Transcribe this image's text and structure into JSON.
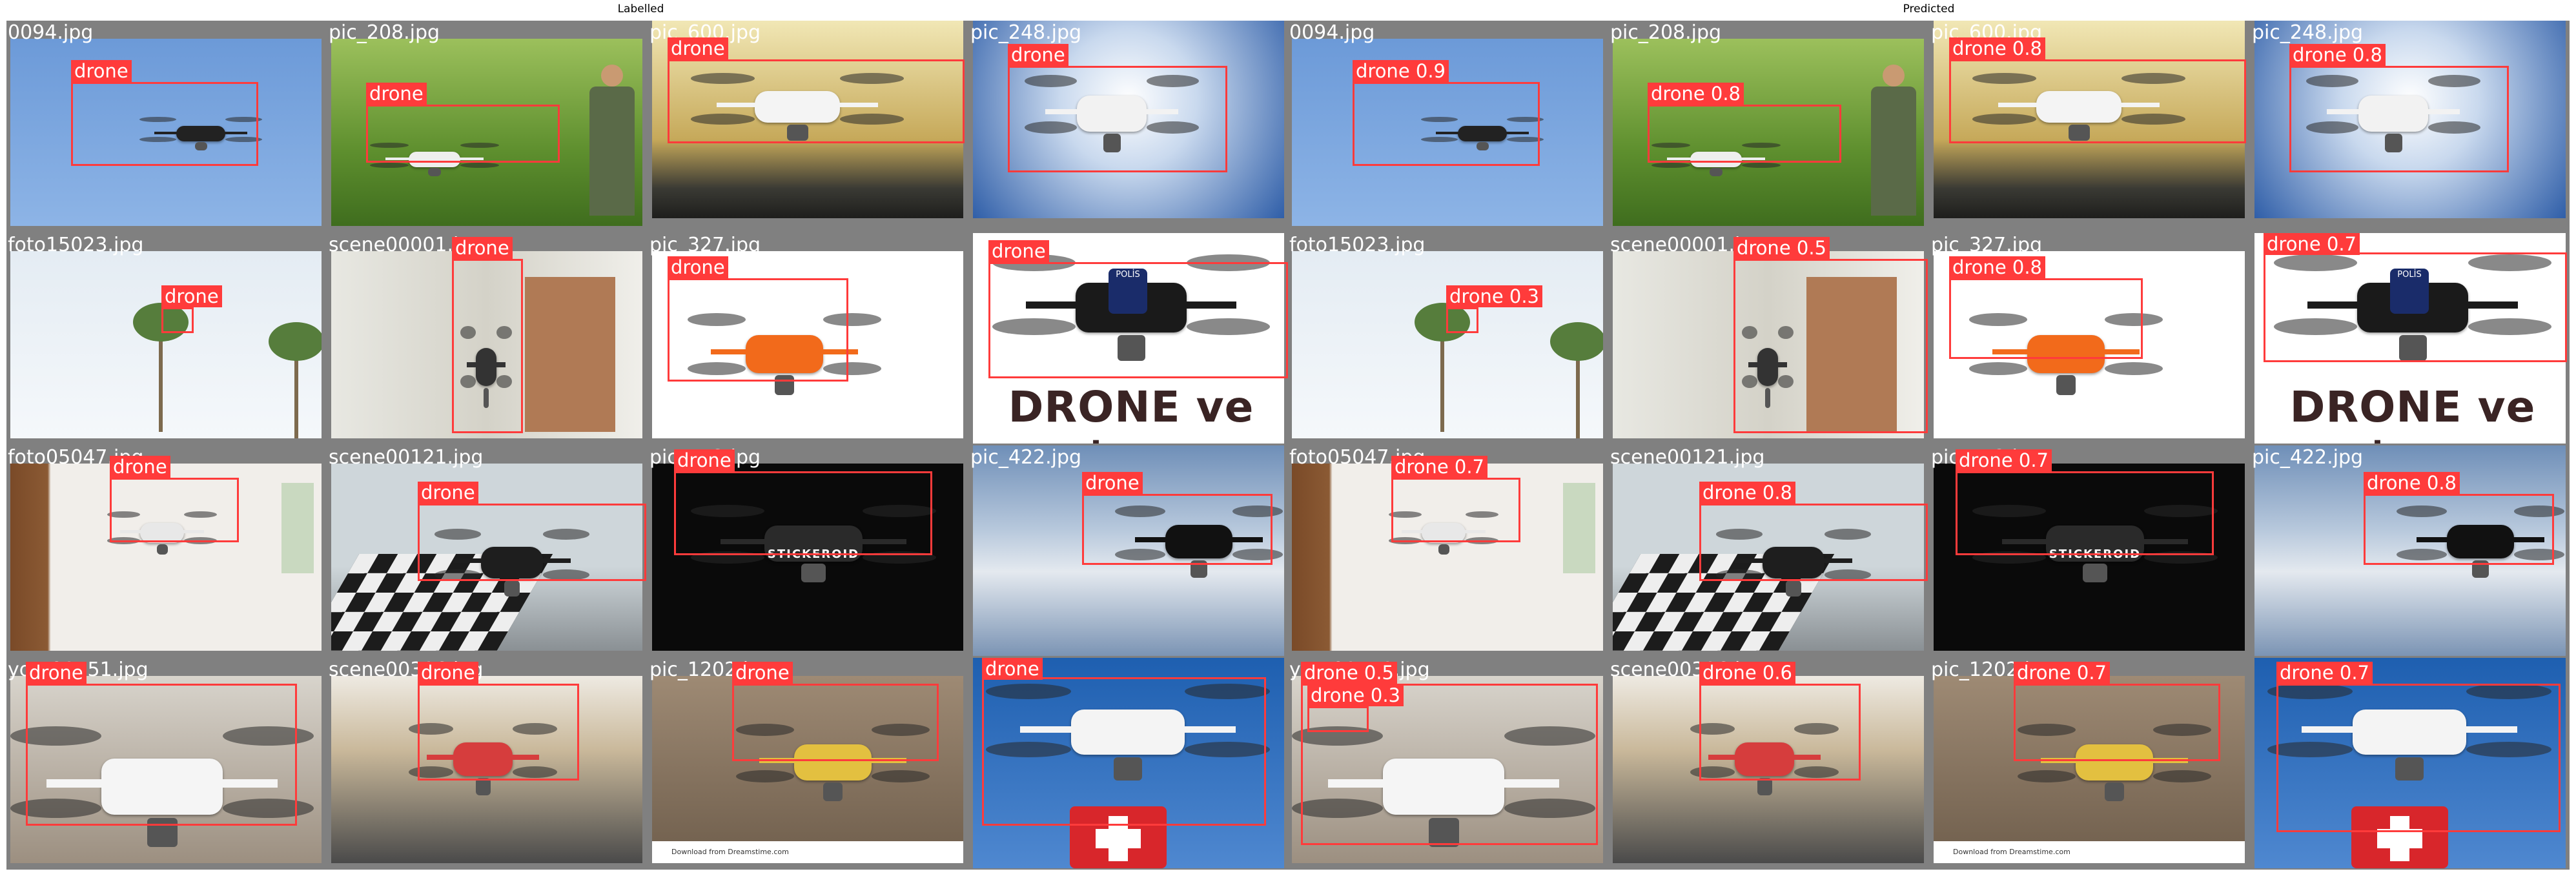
{
  "panels": [
    {
      "title": "Labelled"
    },
    {
      "title": "Predicted"
    }
  ],
  "cells": [
    {
      "file": "0094.jpg",
      "gt": [
        "drone"
      ],
      "pred": [
        "drone 0.9"
      ]
    },
    {
      "file": "pic_208.jpg",
      "gt": [
        "drone"
      ],
      "pred": [
        "drone 0.8"
      ]
    },
    {
      "file": "pic_600.jpg",
      "gt": [
        "drone"
      ],
      "pred": [
        "drone 0.8"
      ]
    },
    {
      "file": "pic_248.jpg",
      "gt": [
        "drone"
      ],
      "pred": [
        "drone 0.8"
      ]
    },
    {
      "file": "foto15023.jpg",
      "gt": [
        "drone"
      ],
      "pred": [
        "drone 0.3"
      ]
    },
    {
      "file": "scene00001.jpg",
      "gt": [
        "drone"
      ],
      "pred": [
        "drone 0.5"
      ]
    },
    {
      "file": "pic_327.jpg",
      "gt": [
        "drone"
      ],
      "pred": [
        "drone 0.8"
      ]
    },
    {
      "file": "",
      "gt": [
        "drone"
      ],
      "pred": [
        "drone 0.7"
      ]
    },
    {
      "file": "foto05047.jpg",
      "gt": [
        "drone"
      ],
      "pred": [
        "drone 0.7"
      ]
    },
    {
      "file": "scene00121.jpg",
      "gt": [
        "drone"
      ],
      "pred": [
        "drone 0.8"
      ]
    },
    {
      "file": "pic_742.jpg",
      "gt": [
        "drone"
      ],
      "pred": [
        "drone 0.7"
      ]
    },
    {
      "file": "pic_422.jpg",
      "gt": [
        "drone"
      ],
      "pred": [
        "drone 0.8"
      ]
    },
    {
      "file": "yoto01451.jpg",
      "gt": [
        "drone"
      ],
      "pred": [
        "drone 0.5",
        "drone 0.3"
      ]
    },
    {
      "file": "scene00316.jpg",
      "gt": [
        "drone"
      ],
      "pred": [
        "drone 0.6"
      ]
    },
    {
      "file": "pic_1202.jpg",
      "gt": [
        "drone"
      ],
      "pred": [
        "drone 0.7"
      ]
    },
    {
      "file": "",
      "gt": [
        "drone"
      ],
      "pred": [
        "drone 0.7"
      ]
    }
  ],
  "image_text": {
    "drone_iha_banner": "DRONE ve İHA",
    "polis_badge": "POLİS",
    "stickeroid": "STICKEROID",
    "watermark": "Download from Dreamstime.com"
  },
  "colors": {
    "box": "#ff3b3b",
    "separator": "#808080",
    "label_text": "#ffffff"
  }
}
